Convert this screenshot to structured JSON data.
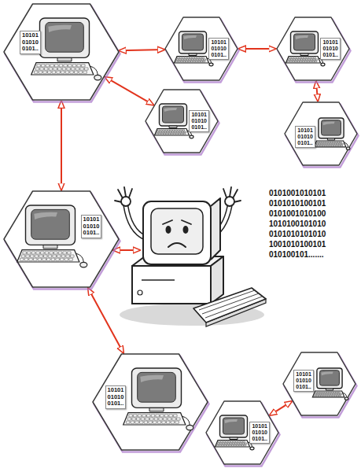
{
  "diagram": {
    "nodes": [
      {
        "text": [
          "10101 01010 0101.."
        ]
      },
      {
        "text": [
          "10101 01010 0101.."
        ]
      },
      {
        "text": [
          "10101 01010 0101.."
        ]
      },
      {
        "text": [
          "10101 01010 0101.."
        ]
      },
      {
        "text": [
          "10101 01010 0101.."
        ]
      },
      {
        "text": [
          "10101 01010 0101.."
        ]
      },
      {
        "text": [
          "10101 01010 0101.."
        ]
      },
      {
        "text": [
          "10101 01010 0101.."
        ]
      },
      {
        "text": [
          "10101 01010 0101.."
        ]
      }
    ],
    "edges": [
      {
        "from": 0,
        "to": 1,
        "arrow": "both"
      },
      {
        "from": 1,
        "to": 2,
        "arrow": "both"
      },
      {
        "from": 0,
        "to": 3,
        "arrow": "both"
      },
      {
        "from": 2,
        "to": 4,
        "arrow": "both"
      },
      {
        "from": 0,
        "to": 5,
        "arrow": "both"
      },
      {
        "from": 5,
        "to": 7,
        "arrow": "both"
      },
      {
        "from": 8,
        "to": 6,
        "arrow": "both"
      }
    ],
    "labels": [
      "0101001010101 0101010100101 0101001010100 1010100101010 0101010101010 1001010100101 010100101......."
    ]
  }
}
